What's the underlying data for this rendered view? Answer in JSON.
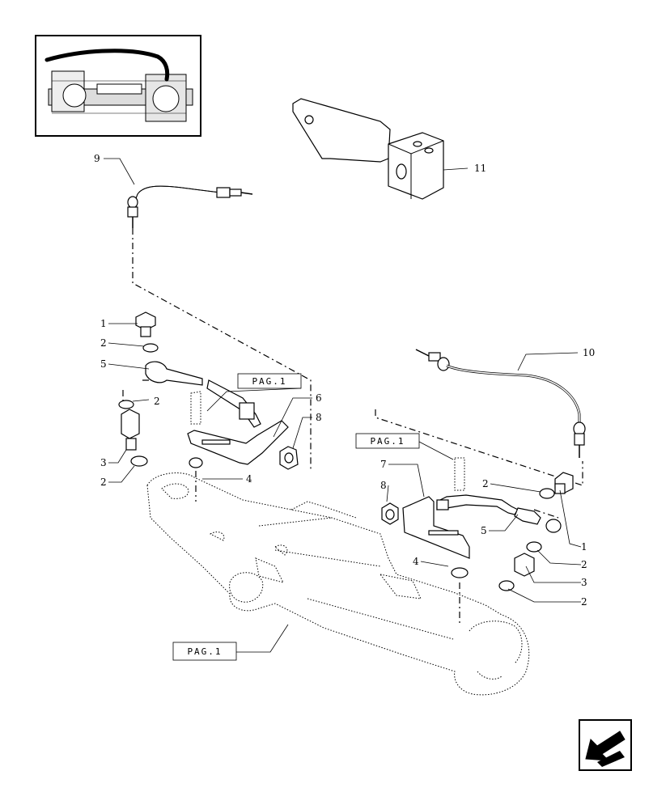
{
  "page_refs": [
    "PAG.1",
    "PAG.1",
    "PAG.1"
  ],
  "callouts": [
    "1",
    "2",
    "5",
    "2",
    "3",
    "2",
    "4",
    "6",
    "8",
    "9",
    "11",
    "10",
    "7",
    "8",
    "2",
    "1",
    "5",
    "2",
    "4",
    "3",
    "2"
  ],
  "nav_icon": "arrow-back-icon"
}
